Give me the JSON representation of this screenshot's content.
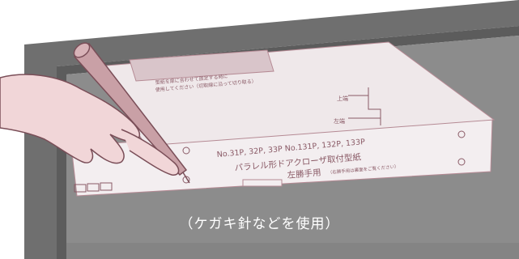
{
  "illustration": {
    "template_model_line": "No.31P, 32P, 33P  No.131P, 132P, 133P",
    "template_title": "パラレル形ドアクローザ取付型紙",
    "template_hand": "左勝手用",
    "template_hand_note": "（右勝手用は裏面をご覧ください）",
    "template_label_1": "上端",
    "template_label_2": "左端",
    "template_top_note_1": "型紙を扉に合わせて固定する時に",
    "template_top_note_2": "使用してください（切取線に沿って切り取る）",
    "caption": "（ケガキ針などを使用）",
    "colors": {
      "background": "#ffffff",
      "door_frame": "#6f6f6f",
      "door_panel": "#8c8c8c",
      "template_paper": "#f3eef0",
      "template_ink": "#8a5a66",
      "hand_skin": "#f1d6d8",
      "scribe_tool": "#c9a0a6"
    }
  }
}
